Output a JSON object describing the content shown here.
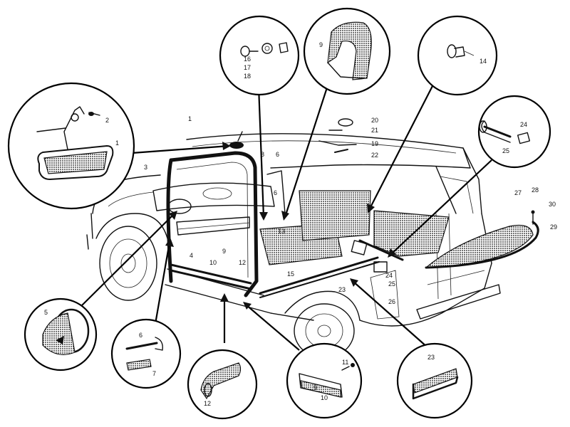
{
  "diagram": {
    "part_labels": {
      "l1a": "1",
      "l1b": "1",
      "l2": "2",
      "l3": "3",
      "l4": "4",
      "l5": "5",
      "l6a": "6",
      "l6b": "6",
      "l6c": "6",
      "l7": "7",
      "l8": "8",
      "l9a": "9",
      "l9b": "9",
      "l10a": "10",
      "l10b": "10",
      "l11": "11",
      "l12a": "12",
      "l12b": "12",
      "l13": "13",
      "l14": "14",
      "l15": "15",
      "l16": "16",
      "l17": "17",
      "l18": "18",
      "l19": "19",
      "l20": "20",
      "l21": "21",
      "l22": "22",
      "l23a": "23",
      "l23b": "23",
      "l24a": "24",
      "l24b": "24",
      "l25a": "25",
      "l25b": "25",
      "l26": "26",
      "l27": "27",
      "l28": "28",
      "l29": "29",
      "l30": "30"
    }
  }
}
